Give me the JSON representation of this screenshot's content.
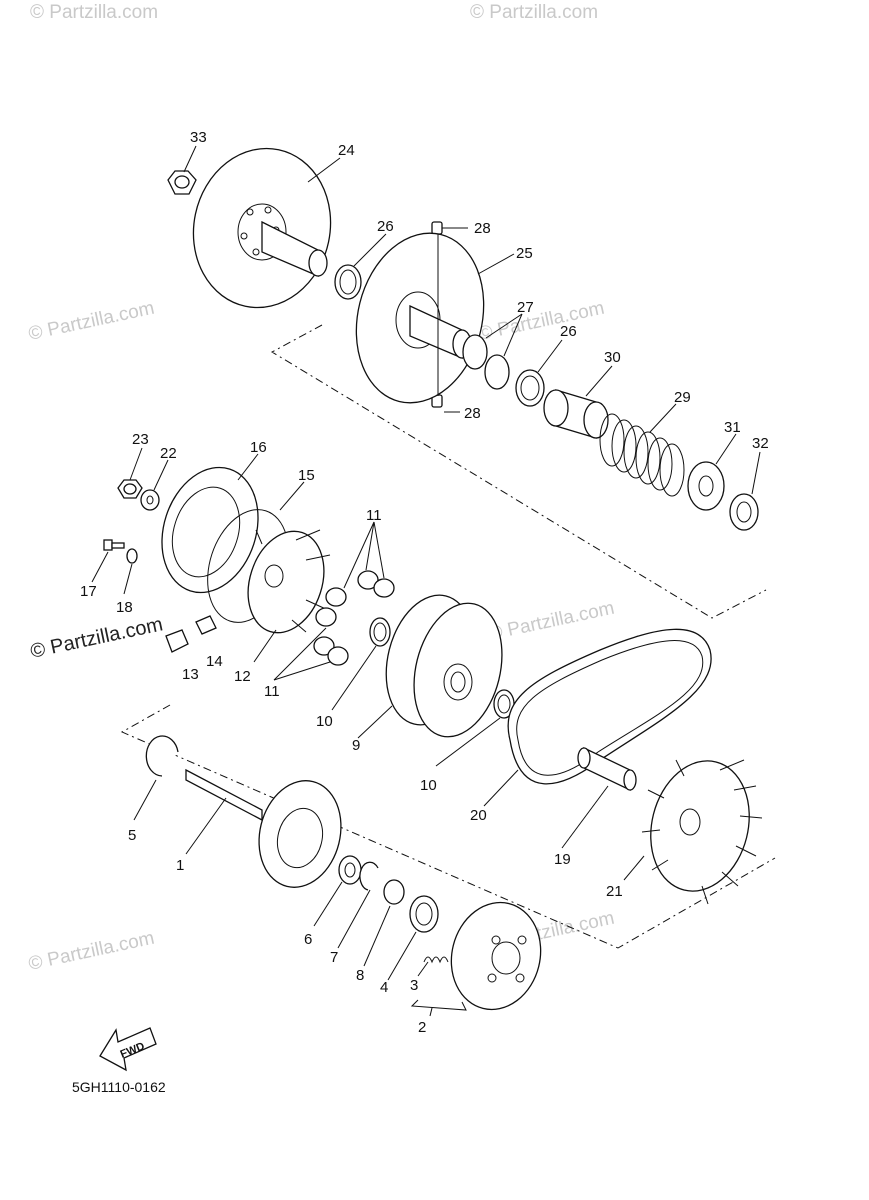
{
  "watermark_text": "© Partzilla.com",
  "diagram_code": "5GH1110-0162",
  "fwd_label": "FWD",
  "callouts": {
    "p1": "1",
    "p2": "2",
    "p3": "3",
    "p4": "4",
    "p5": "5",
    "p6": "6",
    "p7": "7",
    "p8": "8",
    "p9": "9",
    "p10a": "10",
    "p10b": "10",
    "p11a": "11",
    "p11b": "11",
    "p12": "12",
    "p13": "13",
    "p14": "14",
    "p15": "15",
    "p16": "16",
    "p17": "17",
    "p18": "18",
    "p19": "19",
    "p20": "20",
    "p21": "21",
    "p22": "22",
    "p23": "23",
    "p24": "24",
    "p25": "25",
    "p26a": "26",
    "p26b": "26",
    "p27": "27",
    "p28a": "28",
    "p28b": "28",
    "p29": "29",
    "p30": "30",
    "p31": "31",
    "p32": "32",
    "p33": "33"
  }
}
